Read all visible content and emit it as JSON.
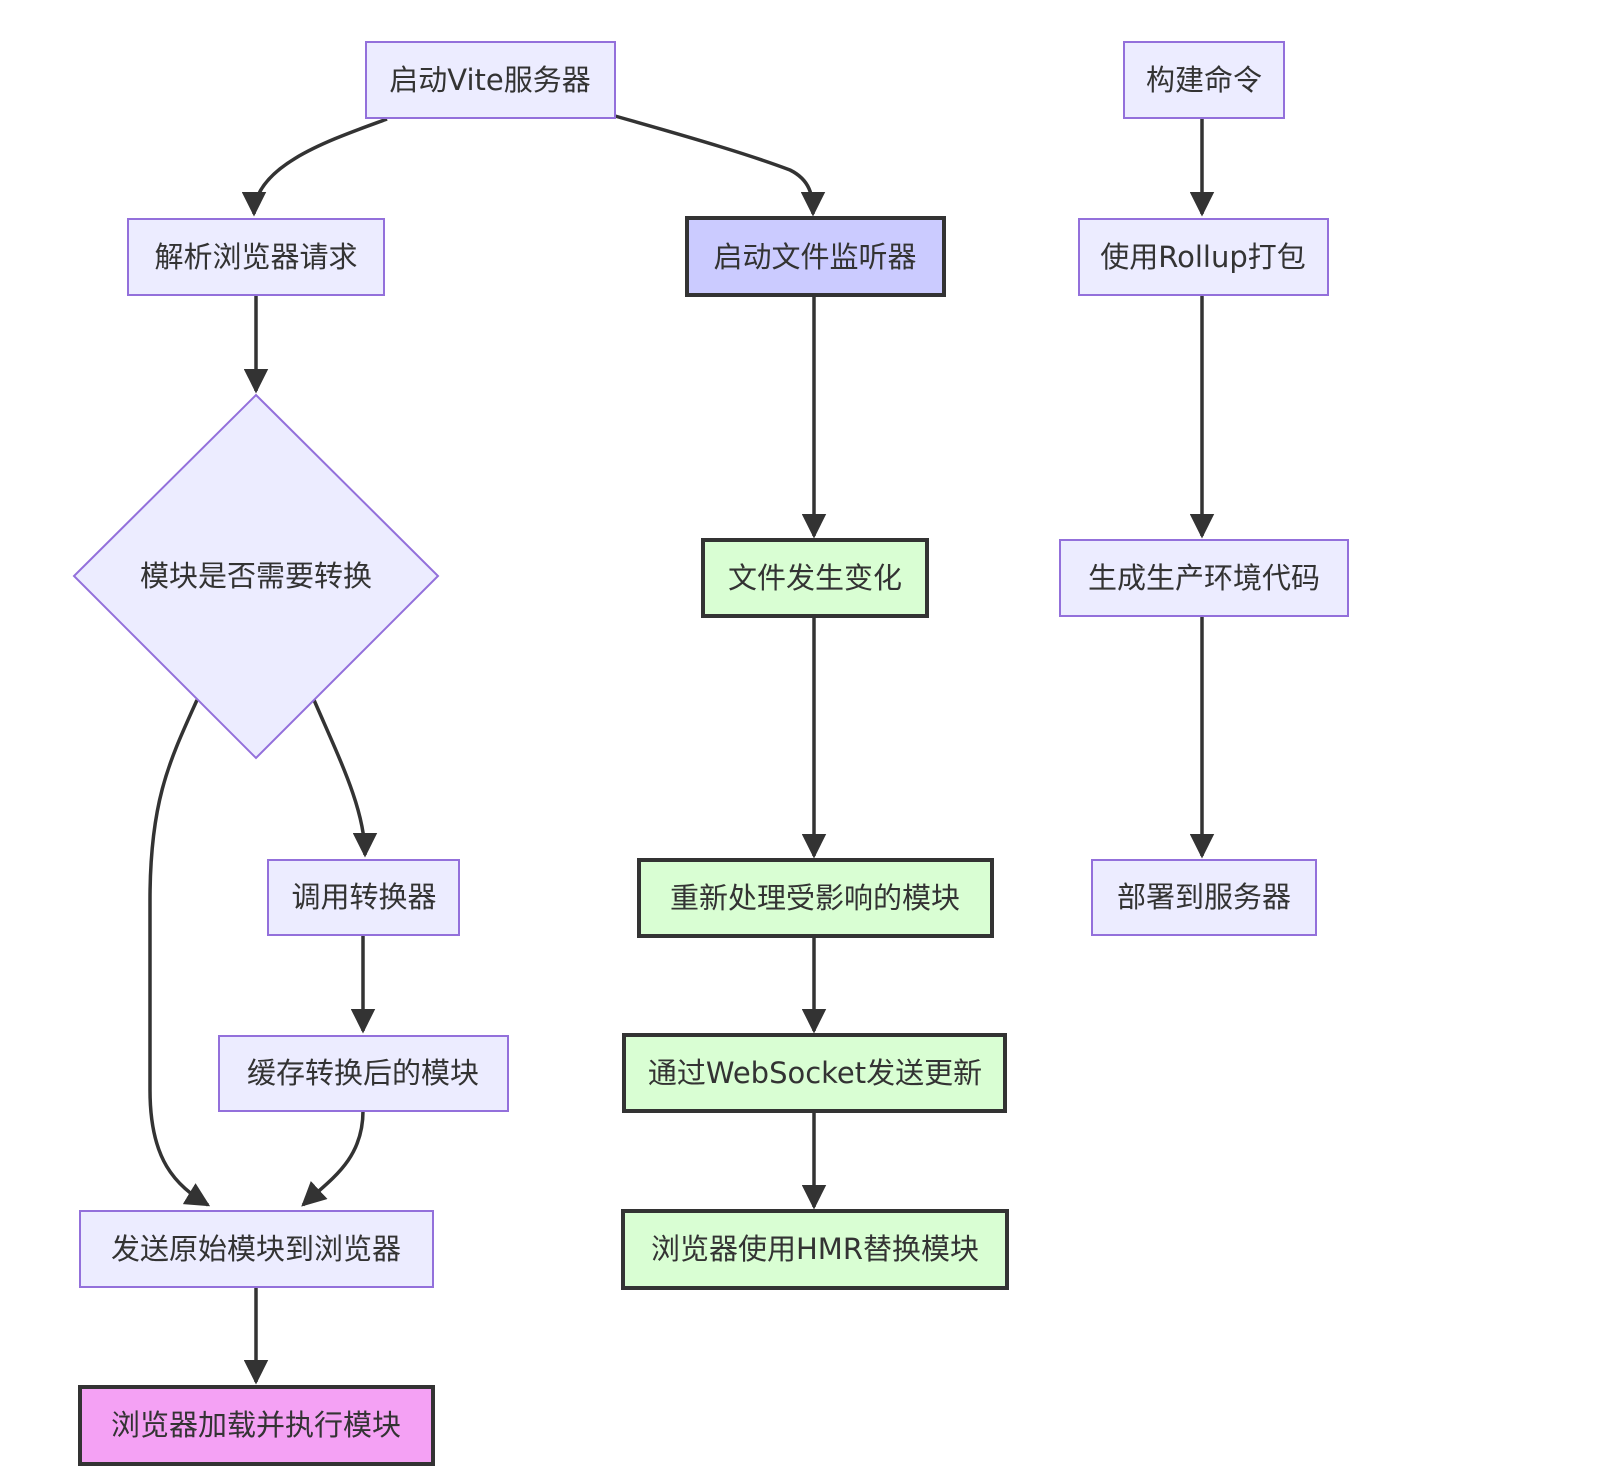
{
  "colors": {
    "default_fill": "#ECECFF",
    "default_stroke": "#9370DB",
    "watcher_fill": "#CBCBFF",
    "hmr_fill": "#D9FED3",
    "final_fill": "#F4A1F4",
    "emphasis_stroke": "#333333",
    "edge": "#333333"
  },
  "nodes": {
    "start_server": {
      "label": "启动Vite服务器"
    },
    "parse_request": {
      "label": "解析浏览器请求"
    },
    "need_transform": {
      "label": "模块是否需要转换"
    },
    "call_transformer": {
      "label": "调用转换器"
    },
    "cache_module": {
      "label": "缓存转换后的模块"
    },
    "send_module": {
      "label": "发送原始模块到浏览器"
    },
    "browser_exec": {
      "label": "浏览器加载并执行模块"
    },
    "start_watcher": {
      "label": "启动文件监听器"
    },
    "file_changed": {
      "label": "文件发生变化"
    },
    "reprocess": {
      "label": "重新处理受影响的模块"
    },
    "ws_update": {
      "label": "通过WebSocket发送更新"
    },
    "hmr_replace": {
      "label": "浏览器使用HMR替换模块"
    },
    "build_cmd": {
      "label": "构建命令"
    },
    "rollup": {
      "label": "使用Rollup打包"
    },
    "prod_code": {
      "label": "生成生产环境代码"
    },
    "deploy": {
      "label": "部署到服务器"
    }
  }
}
